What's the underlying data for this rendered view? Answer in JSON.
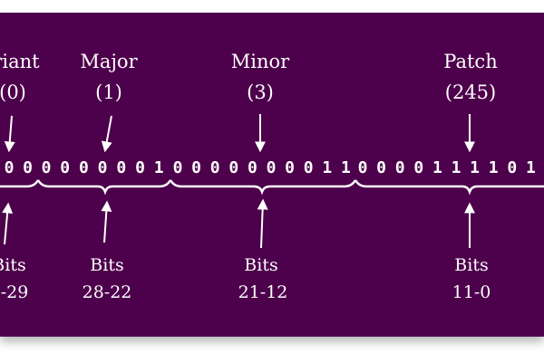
{
  "fields": [
    {
      "id": "variant",
      "label": "riant",
      "value": "(0)",
      "bits_word": "Bits",
      "bits_range": "-29"
    },
    {
      "id": "major",
      "label": "Major",
      "value": "(1)",
      "bits_word": "Bits",
      "bits_range": "28-22"
    },
    {
      "id": "minor",
      "label": "Minor",
      "value": "(3)",
      "bits_word": "Bits",
      "bits_range": "21-12"
    },
    {
      "id": "patch",
      "label": "Patch",
      "value": "(245)",
      "bits_word": "Bits",
      "bits_range": "11-0"
    }
  ],
  "bits": {
    "variant": [
      "0",
      "0"
    ],
    "major": [
      "0",
      "0",
      "0",
      "0",
      "0",
      "0",
      "1"
    ],
    "minor": [
      "0",
      "0",
      "0",
      "0",
      "0",
      "0",
      "0",
      "0",
      "1",
      "1"
    ],
    "patch": [
      "0",
      "0",
      "0",
      "0",
      "1",
      "1",
      "1",
      "1",
      "0",
      "1"
    ]
  },
  "colors": {
    "background": "#4d004b",
    "foreground": "#ffffff"
  }
}
